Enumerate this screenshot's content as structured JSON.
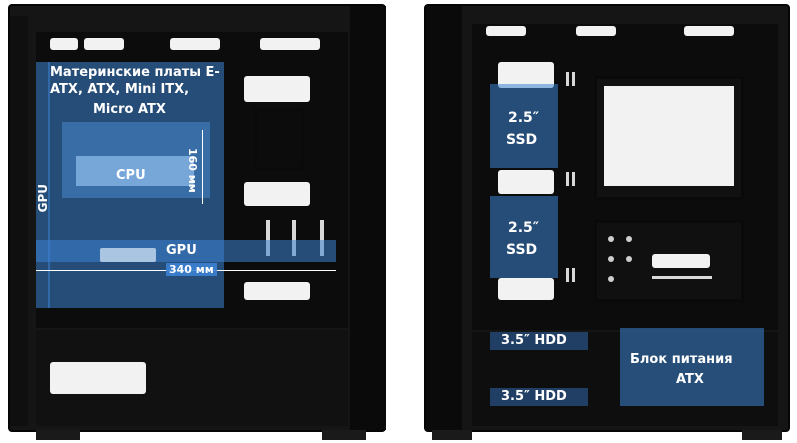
{
  "left": {
    "motherboard_label": "Материнские платы E-ATX, ATX, Mini ITX,",
    "motherboard_label_line2": "Micro ATX",
    "cpu_label": "CPU",
    "cpu_cooler_height": "160 мм",
    "gpu_vertical_label": "GPU",
    "gpu_horizontal_label": "GPU",
    "gpu_length": "340 мм"
  },
  "right": {
    "ssd1_line1": "2.5″",
    "ssd1_line2": "SSD",
    "ssd2_line1": "2.5″",
    "ssd2_line2": "SSD",
    "hdd1": "3.5″ HDD",
    "hdd2": "3.5″ HDD",
    "psu_line1": "Блок питания",
    "psu_line2": "ATX"
  },
  "colors": {
    "overlay_blue": "#3c82d2",
    "case_black": "#151515"
  }
}
